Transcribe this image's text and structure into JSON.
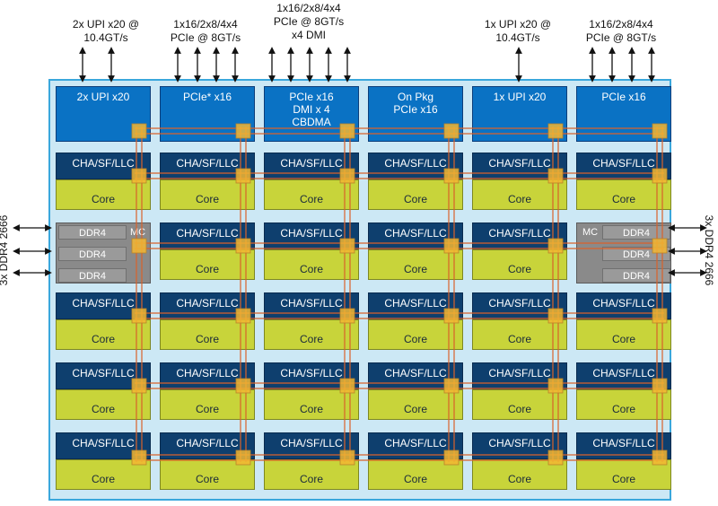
{
  "external_labels": [
    {
      "id": "upi-left",
      "text": "2x UPI x20 @\n10.4GT/s"
    },
    {
      "id": "pcie-left",
      "text": "1x16/2x8/4x4\nPCIe @ 8GT/s"
    },
    {
      "id": "pcie-dmi",
      "text": "1x16/2x8/4x4\nPCIe @ 8GT/s\nx4 DMI"
    },
    {
      "id": "upi-right",
      "text": "1x UPI x20 @\n10.4GT/s"
    },
    {
      "id": "pcie-right",
      "text": "1x16/2x8/4x4\nPCIe @ 8GT/s"
    }
  ],
  "side_labels": {
    "left": "3x DDR4 2666",
    "right": "3x DDR4 2666"
  },
  "io_blocks": [
    {
      "label": "2x UPI x20"
    },
    {
      "label": "PCIe* x16"
    },
    {
      "label": "PCIe x16\nDMI x 4\nCBDMA"
    },
    {
      "label": "On Pkg\nPCIe x16"
    },
    {
      "label": "1x UPI x20"
    },
    {
      "label": "PCIe x16"
    }
  ],
  "tile_labels": {
    "cha": "CHA/SF/LLC",
    "core": "Core"
  },
  "memory_controllers": {
    "mc_label": "MC",
    "ddr_label": "DDR4"
  },
  "colors": {
    "die_background": "#cce8f5",
    "io_block": "#0a72c4",
    "cha": "#0e3f6e",
    "core": "#c8d43a",
    "mesh_line": "#d9622b",
    "mesh_stop": "#f2b632",
    "memory_controller": "#8a8a8a"
  }
}
